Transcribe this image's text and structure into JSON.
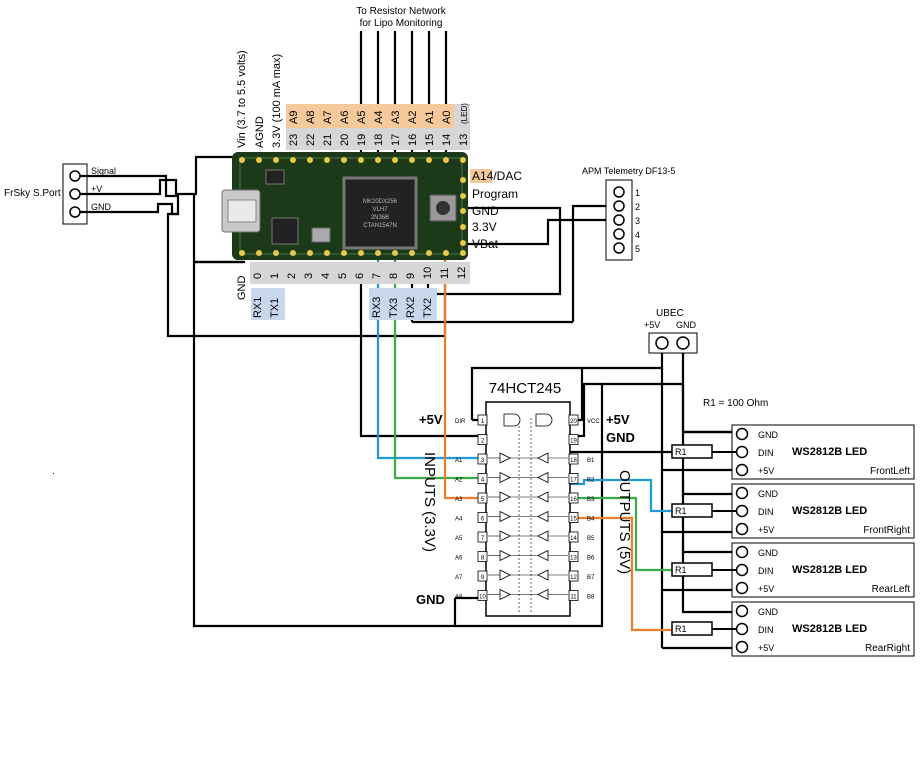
{
  "resistor_network": {
    "line1": "To Resistor Network",
    "line2": "for Lipo Monitoring"
  },
  "frsky": {
    "label": "FrSky S.Port",
    "pins": [
      "Signal",
      "+V",
      "GND"
    ]
  },
  "teensy": {
    "side_top": [
      "Vin  (3.7 to 5.5 volts)",
      "AGND",
      "3.3V (100 mA max)"
    ],
    "analog_labels": [
      "A9",
      "A8",
      "A7",
      "A6",
      "A5",
      "A4",
      "A3",
      "A2",
      "A1",
      "A0",
      "(LED)"
    ],
    "top_numbers": [
      "23",
      "22",
      "21",
      "20",
      "19",
      "18",
      "17",
      "16",
      "15",
      "14",
      "13"
    ],
    "right_labels": [
      "A14/DAC",
      "Program",
      "GND",
      "3.3V",
      "VBat"
    ],
    "bottom_gnd": "GND",
    "bottom_numbers": [
      "0",
      "1",
      "2",
      "3",
      "4",
      "5",
      "6",
      "7",
      "8",
      "9",
      "10",
      "11",
      "12"
    ],
    "serial_labels": [
      "RX1",
      "TX1",
      "RX3",
      "TX3",
      "RX2",
      "TX2"
    ],
    "chip_text": [
      "MK20DX256",
      "VLH7",
      "2N36B",
      "CTAN1547N"
    ]
  },
  "telemetry": {
    "label": "APM Telemetry DF13-5",
    "pins": [
      "1",
      "2",
      "3",
      "4",
      "5"
    ]
  },
  "ubec": {
    "label": "UBEC",
    "pins": [
      "+5V",
      "GND"
    ]
  },
  "resistor_note": "R1 = 100 Ohm",
  "chip": {
    "name": "74HCT245",
    "left_pins": [
      "DIR",
      "",
      "A1",
      "A2",
      "A3",
      "A4",
      "A5",
      "A6",
      "A7",
      "A8",
      "GND"
    ],
    "right_pins": [
      "VCC",
      "",
      "B1",
      "B2",
      "B3",
      "B4",
      "B5",
      "B6",
      "B7",
      "B8"
    ],
    "left_numbers": [
      "1",
      "2",
      "3",
      "4",
      "5",
      "6",
      "7",
      "8",
      "9",
      "10"
    ],
    "right_numbers": [
      "20",
      "19",
      "18",
      "17",
      "16",
      "15",
      "14",
      "13",
      "12",
      "11"
    ],
    "plus5v_left": "+5V",
    "gnd_left": "GND",
    "plus5v_right": "+5V",
    "gnd_right": "GND",
    "inputs_label": "INPUTS (3.3V)",
    "outputs_label": "OUTPUTS (5V)"
  },
  "leds": [
    {
      "title": "WS2812B LED",
      "name": "FrontLeft",
      "pins": [
        "GND",
        "DIN",
        "+5V"
      ],
      "resistor": "R1"
    },
    {
      "title": "WS2812B LED",
      "name": "FrontRight",
      "pins": [
        "GND",
        "DIN",
        "+5V"
      ],
      "resistor": "R1"
    },
    {
      "title": "WS2812B LED",
      "name": "RearLeft",
      "pins": [
        "GND",
        "DIN",
        "+5V"
      ],
      "resistor": "R1"
    },
    {
      "title": "WS2812B LED",
      "name": "RearRight",
      "pins": [
        "GND",
        "DIN",
        "+5V"
      ],
      "resistor": "R1"
    }
  ],
  "colors": {
    "blue_wire": "#1f9ad6",
    "green_wire": "#3aaa4a",
    "orange_wire": "#e87d2a",
    "pcb": "#1c3a1a",
    "label_orange": "#f6c99a",
    "label_grey": "#d6d6d6",
    "label_blue": "#c8d7ec"
  }
}
